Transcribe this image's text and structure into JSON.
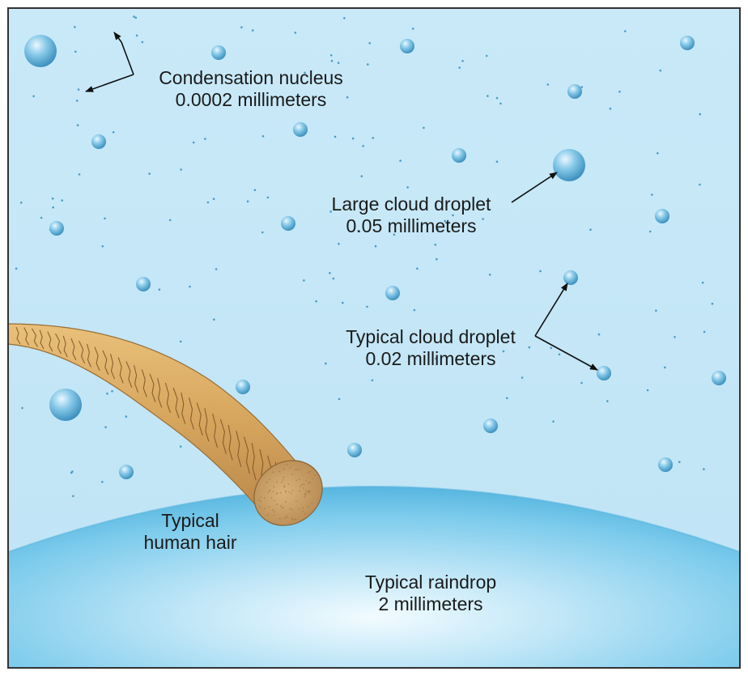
{
  "labels": {
    "condensation_nucleus": {
      "name": "Condensation nucleus",
      "size": "0.0002 millimeters"
    },
    "large_cloud_droplet": {
      "name": "Large cloud droplet",
      "size": "0.05 millimeters"
    },
    "typical_cloud_droplet": {
      "name": "Typical cloud droplet",
      "size": "0.02 millimeters"
    },
    "human_hair": {
      "line1": "Typical",
      "line2": "human hair"
    },
    "raindrop": {
      "name": "Typical raindrop",
      "size": "2 millimeters"
    }
  },
  "colors": {
    "sky": "#c5e7f7",
    "raindrop": "#6fc3e8",
    "droplet": "#6ab7dc",
    "hair": "#d9ab63",
    "border": "#333333"
  }
}
